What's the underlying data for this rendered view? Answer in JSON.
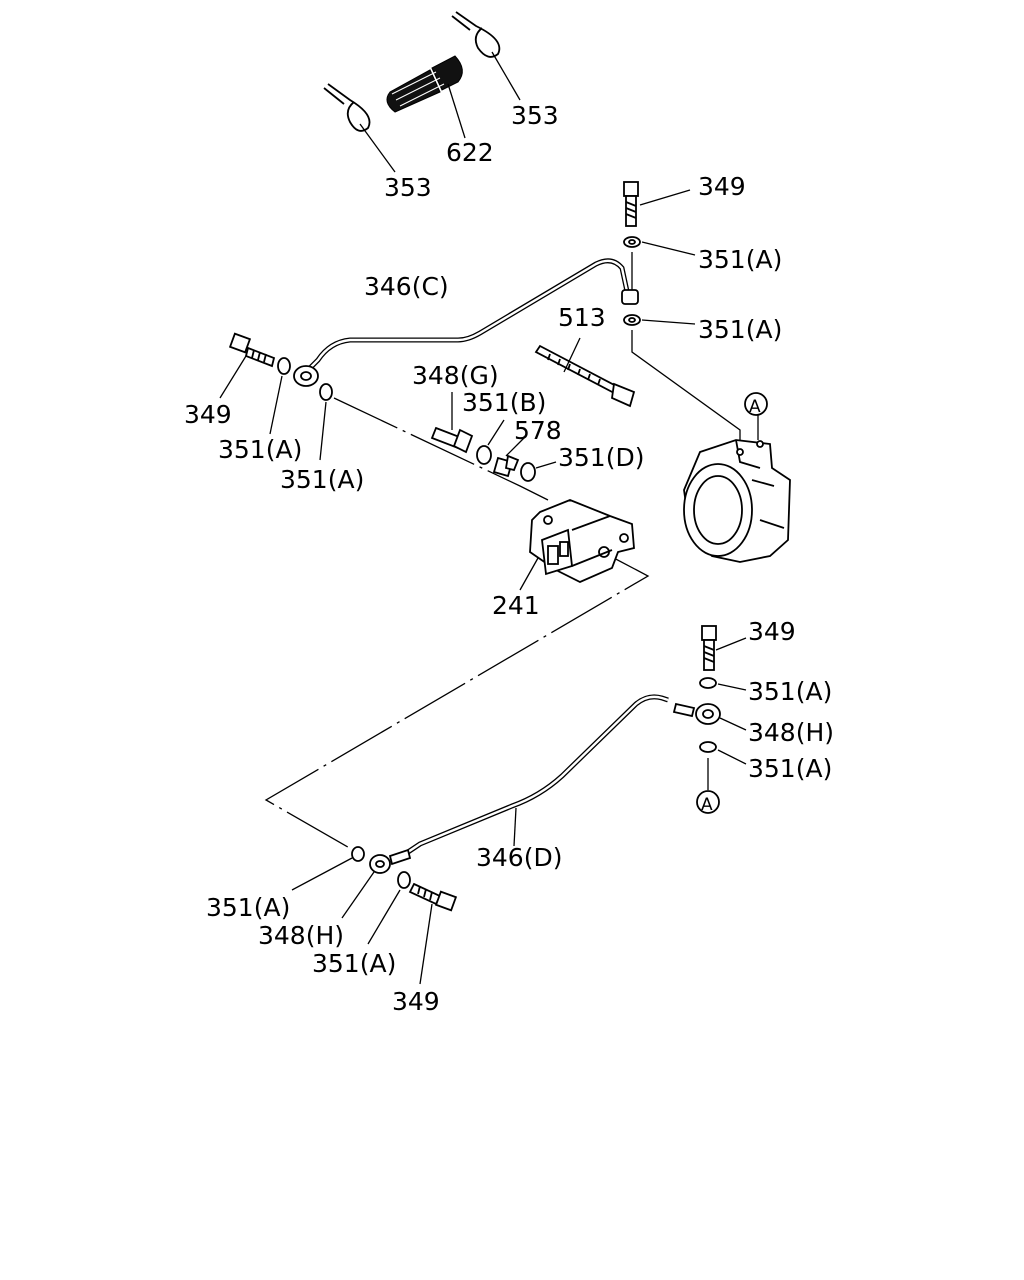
{
  "callouts": {
    "c353_top": "353",
    "c622": "622",
    "c353_left": "353",
    "c349_top": "349",
    "c351a_top1": "351(A)",
    "c351a_top2": "351(A)",
    "c346c": "346(C)",
    "c513": "513",
    "c349_left": "349",
    "c351a_left1": "351(A)",
    "c351a_left2": "351(A)",
    "c348g": "348(G)",
    "c351b": "351(B)",
    "c578": "578",
    "c351d": "351(D)",
    "c241": "241",
    "c349_right": "349",
    "c351a_right1": "351(A)",
    "c348h_right": "348(H)",
    "c351a_right2": "351(A)",
    "c346d": "346(D)",
    "c351a_bottom1": "351(A)",
    "c348h_bottom": "348(H)",
    "c351a_bottom2": "351(A)",
    "c349_bottom": "349"
  },
  "reference_markers": {
    "marker_top": "A",
    "marker_bottom": "A"
  }
}
